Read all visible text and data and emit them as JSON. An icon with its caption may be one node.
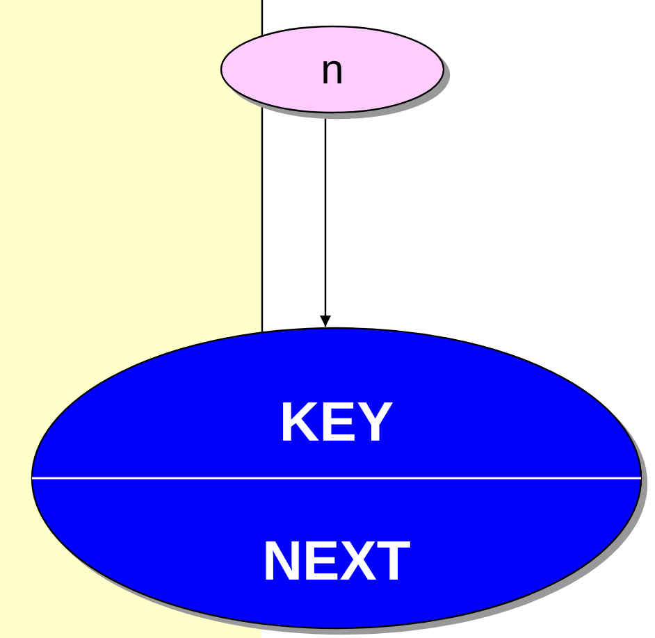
{
  "diagram": {
    "nodes": [
      {
        "text": [
          "n"
        ]
      },
      {
        "text": [
          "KEY",
          "NEXT"
        ]
      }
    ],
    "edges": [
      {
        "from": 0,
        "to": 1,
        "arrow": "to"
      }
    ]
  }
}
